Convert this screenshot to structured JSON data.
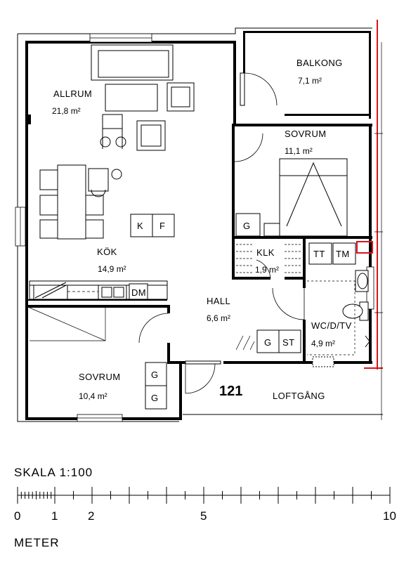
{
  "accent_color": "#d8141c",
  "rooms": [
    {
      "key": "allrum",
      "name": "ALLRUM",
      "area": "21,8 m²"
    },
    {
      "key": "kok",
      "name": "KÖK",
      "area": "14,9 m²"
    },
    {
      "key": "hall",
      "name": "HALL",
      "area": "6,6 m²"
    },
    {
      "key": "sovrum1",
      "name": "SOVRUM",
      "area": "10,4 m²"
    },
    {
      "key": "sovrum2",
      "name": "SOVRUM",
      "area": "11,1 m²"
    },
    {
      "key": "balkong",
      "name": "BALKONG",
      "area": "7,1 m²"
    },
    {
      "key": "klk",
      "name": "KLK",
      "area": "1,9 m²"
    },
    {
      "key": "wc",
      "name": "WC/D/TV",
      "area": "4,9 m²"
    }
  ],
  "apartment_number": "121",
  "corridor_label": "LOFTGÅNG",
  "fixtures": {
    "k": "K",
    "f": "F",
    "dm": "DM",
    "g": "G",
    "st": "ST",
    "tt": "TT",
    "tm": "TM"
  },
  "scale": {
    "title": "SKALA  1:100",
    "unit": "METER",
    "labels": [
      "0",
      "1",
      "2",
      "5",
      "10"
    ]
  }
}
